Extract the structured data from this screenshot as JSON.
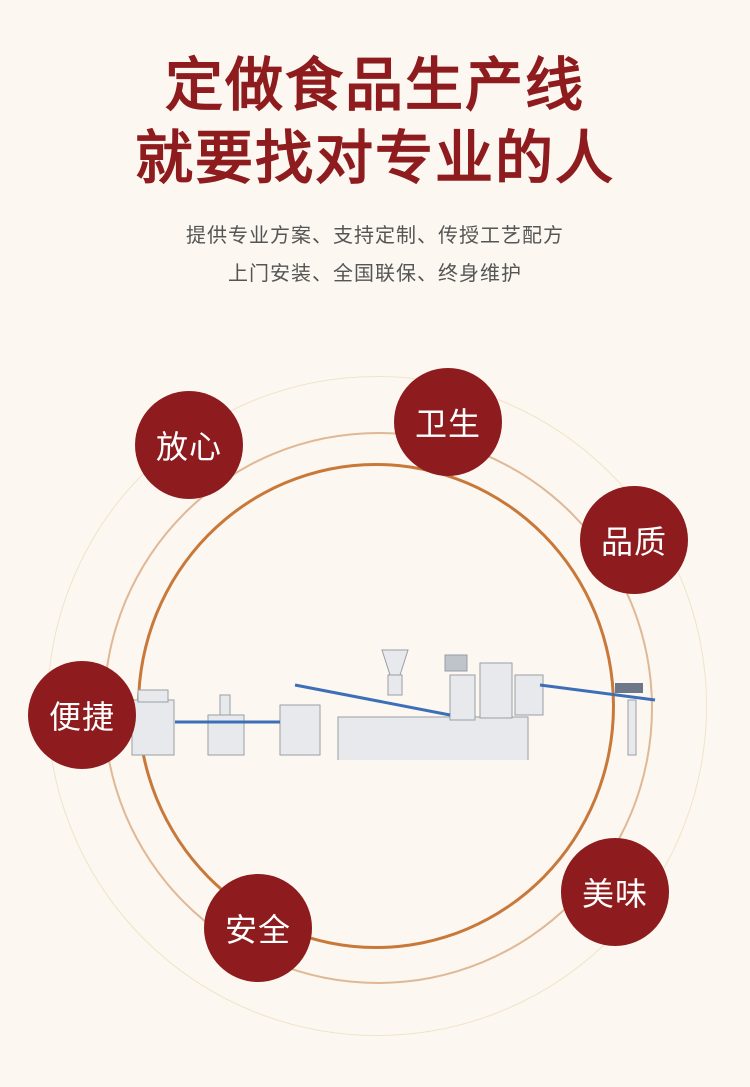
{
  "headline": {
    "line1": "定做食品生产线",
    "line2": "就要找对专业的人"
  },
  "subtitle": {
    "line1": "提供专业方案、支持定制、传授工艺配方",
    "line2": "上门安装、全国联保、终身维护"
  },
  "badges": [
    "放心",
    "卫生",
    "品质",
    "便捷",
    "美味",
    "安全"
  ],
  "colors": {
    "brand": "#8e1b1d",
    "ring": "#c8793a",
    "background": "#fcf7f0"
  }
}
